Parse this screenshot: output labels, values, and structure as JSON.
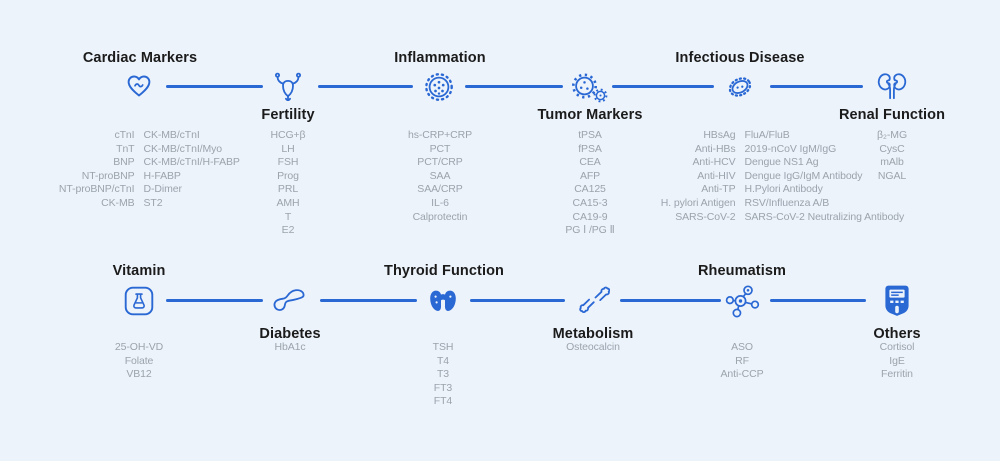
{
  "theme": {
    "background": "#edf3fb",
    "accent": "#2a68d4",
    "title_color": "#1b1b1b",
    "text_color": "#9ba3ac"
  },
  "categories": [
    {
      "title": "Cardiac Markers",
      "icon": "heart-pulse-icon",
      "columns": [
        [
          "cTnI",
          "TnT",
          "BNP",
          "NT-proBNP",
          "NT-proBNP/cTnI",
          "CK-MB"
        ],
        [
          "CK-MB/cTnI",
          "CK-MB/cTnI/Myo",
          "CK-MB/cTnI/H-FABP",
          "H-FABP",
          "D-Dimer",
          "ST2"
        ]
      ]
    },
    {
      "title": "Fertility",
      "icon": "uterus-icon",
      "columns": [
        [
          "HCG+β",
          "LH",
          "FSH",
          "Prog",
          "PRL",
          "AMH",
          "T",
          "E2"
        ]
      ]
    },
    {
      "title": "Inflammation",
      "icon": "virus-icon",
      "columns": [
        [
          "hs-CRP+CRP",
          "PCT",
          "PCT/CRP",
          "SAA",
          "SAA/CRP",
          "IL-6",
          "Calprotectin"
        ]
      ]
    },
    {
      "title": "Tumor Markers",
      "icon": "gears-icon",
      "columns": [
        [
          "tPSA",
          "fPSA",
          "CEA",
          "AFP",
          "CA125",
          "CA15-3",
          "CA19-9",
          "PG Ⅰ /PG Ⅱ"
        ]
      ]
    },
    {
      "title": "Infectious Disease",
      "icon": "bacteria-icon",
      "columns": [
        [
          "HBsAg",
          "Anti-HBs",
          "Anti-HCV",
          "Anti-HIV",
          "Anti-TP",
          "H. pylori Antigen",
          "SARS-CoV-2"
        ],
        [
          "FluA/FluB",
          "2019-nCoV IgM/IgG",
          "Dengue NS1 Ag",
          "Dengue IgG/IgM Antibody",
          "H.Pylori Antibody",
          "RSV/Influenza A/B",
          "SARS-CoV-2 Neutralizing Antibody"
        ]
      ]
    },
    {
      "title": "Renal Function",
      "icon": "kidneys-icon",
      "columns": [
        [
          "β₂-MG",
          "CysC",
          "mAlb",
          "NGAL"
        ]
      ]
    },
    {
      "title": "Vitamin",
      "icon": "flask-icon",
      "columns": [
        [
          "25-OH-VD",
          "Folate",
          "VB12"
        ]
      ]
    },
    {
      "title": "Diabetes",
      "icon": "pancreas-icon",
      "columns": [
        [
          "HbA1c"
        ]
      ]
    },
    {
      "title": "Thyroid Function",
      "icon": "thyroid-icon",
      "columns": [
        [
          "TSH",
          "T4",
          "T3",
          "FT3",
          "FT4"
        ]
      ]
    },
    {
      "title": "Metabolism",
      "icon": "bone-joint-icon",
      "columns": [
        [
          "Osteocalcin"
        ]
      ]
    },
    {
      "title": "Rheumatism",
      "icon": "molecule-icon",
      "columns": [
        [
          "ASO",
          "RF",
          "Anti-CCP"
        ]
      ]
    },
    {
      "title": "Others",
      "icon": "glucometer-icon",
      "columns": [
        [
          "Cortisol",
          "IgE",
          "Ferritin"
        ]
      ]
    }
  ]
}
